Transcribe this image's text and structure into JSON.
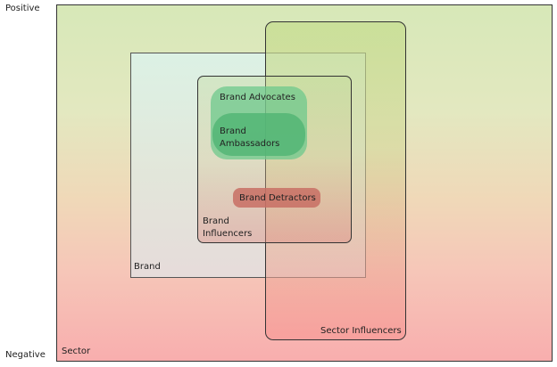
{
  "axis": {
    "top_label": "Positive",
    "bottom_label": "Negative"
  },
  "sets": {
    "sector": "Sector",
    "brand": "Brand",
    "sector_influencers": "Sector Influencers",
    "brand_influencers_line1": "Brand",
    "brand_influencers_line2": "Influencers"
  },
  "groups": {
    "advocates": "Brand Advocates",
    "ambassadors_line1": "Brand",
    "ambassadors_line2": "Ambassadors",
    "detractors": "Brand Detractors"
  },
  "colors": {
    "positive_green": "#d7e8b8",
    "negative_red": "#f8aeae",
    "advocates": "#6ec88c",
    "ambassadors": "#50b473",
    "detractors": "#c86e64"
  }
}
